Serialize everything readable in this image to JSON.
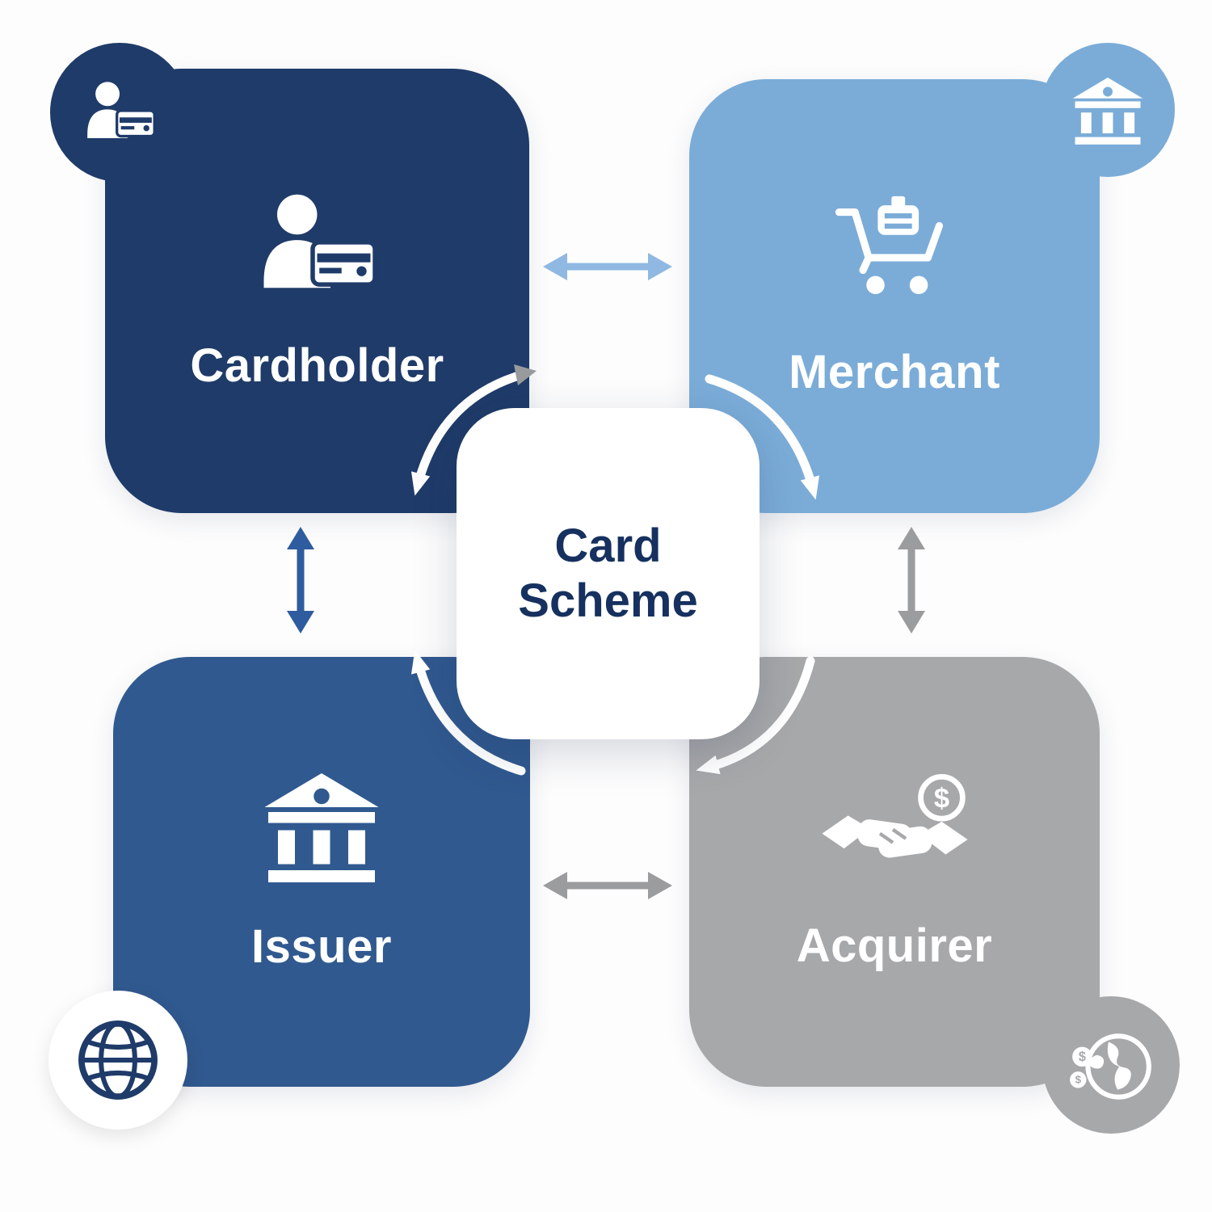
{
  "diagram": {
    "center": {
      "label": "Card Scheme"
    },
    "nodes": [
      {
        "id": "cardholder",
        "label": "Cardholder",
        "icon": "person-card-icon",
        "color": "#1F3B69"
      },
      {
        "id": "merchant",
        "label": "Merchant",
        "icon": "shopping-cart-icon",
        "color": "#7BACD8"
      },
      {
        "id": "issuer",
        "label": "Issuer",
        "icon": "bank-icon",
        "color": "#30598F"
      },
      {
        "id": "acquirer",
        "label": "Acquirer",
        "icon": "handshake-coin-icon",
        "color": "#A7A8AA"
      }
    ],
    "badges": [
      {
        "corner": "top-left",
        "icon": "person-card-icon"
      },
      {
        "corner": "top-right",
        "icon": "bank-icon"
      },
      {
        "corner": "bottom-left",
        "icon": "globe-icon"
      },
      {
        "corner": "bottom-right",
        "icon": "globe-coins-icon"
      }
    ],
    "connections": [
      {
        "from": "cardholder",
        "to": "merchant",
        "style": "double-arrow",
        "color": "#8FB9E2"
      },
      {
        "from": "cardholder",
        "to": "issuer",
        "style": "double-arrow",
        "color": "#2E5C9E"
      },
      {
        "from": "merchant",
        "to": "acquirer",
        "style": "double-arrow",
        "color": "#9B9C9E"
      },
      {
        "from": "issuer",
        "to": "acquirer",
        "style": "double-arrow",
        "color": "#9B9C9E"
      }
    ],
    "curved_arrows": [
      {
        "near": "cardholder",
        "to": "center",
        "color": "#FFFFFF"
      },
      {
        "near": "merchant",
        "to": "center",
        "color": "#FFFFFF"
      },
      {
        "near": "issuer",
        "to": "center",
        "color": "#FFFFFF"
      },
      {
        "near": "acquirer",
        "to": "center",
        "color": "#FFFFFF"
      }
    ]
  },
  "colors": {
    "navy": "#1F3B69",
    "light-blue": "#7BACD8",
    "mid-blue": "#30598F",
    "gray": "#A7A8AA",
    "arrow-light-blue": "#8FB9E2",
    "arrow-blue": "#2E5C9E",
    "arrow-gray": "#9B9C9E",
    "center-text": "#16315F",
    "background": "#FDFDFD"
  }
}
